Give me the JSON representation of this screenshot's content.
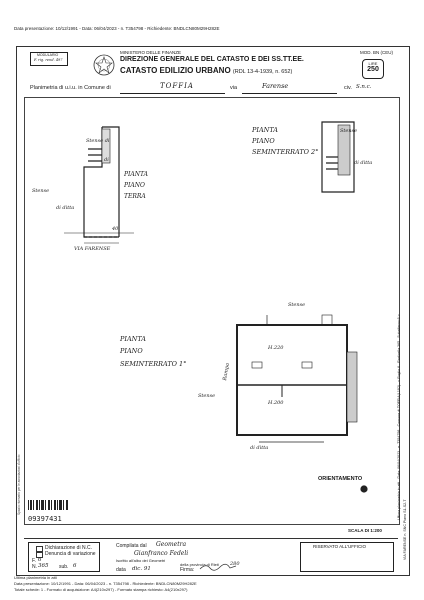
{
  "top_header": "Data presentazione: 10/12/1991 - Data: 06/04/2023 - n. T354798 - Richiedente: BNDLCN80M29H282E",
  "form": {
    "modulo_label": "MODULARIO",
    "modulo_code": "F. rig. rend. 497",
    "ministry": "MINISTERO DELLE FINANZE",
    "directorate": "DIREZIONE GENERALE DEL CATASTO E DEI SS.TT.EE.",
    "title": "CATASTO EDILIZIO URBANO",
    "law": "(RDL 13-4-1939, n. 652)",
    "mod": "MOD. BN (CEU)",
    "lire_label": "LIRE",
    "lire_value": "250",
    "planimetria_label": "Planimetria di u.i.u. in Comune di",
    "comune": "TOFFIA",
    "via_label": "via",
    "via": "Farense",
    "civ_label": "civ.",
    "civ": "S.n.c."
  },
  "plan": {
    "stair_label_1": "Stense di",
    "stair_label_1b": "di",
    "pianta_terra": [
      "PIANTA",
      "PIANO",
      "TERRA"
    ],
    "pianta_seminterrato": [
      "PIANTA",
      "PIANO",
      "SEMINTERRATO 2°"
    ],
    "pianta_semint_1": [
      "PIANTA",
      "PIANO",
      "SEMINTERRATO 1°"
    ],
    "via_farense": "VIA FARENSE",
    "dim_40": "40",
    "h_220": "H.220",
    "h_200": "H.200",
    "stense": "Stense",
    "rampa": "Rampa",
    "di_ditta": "di ditta",
    "stense_right": "Stense",
    "stense_right2": "di ditta"
  },
  "side_text": "Ultima planimetria in atti - Data: 06/04/2023 - n. T354798 - Comune di TOFFIA(L182) - < Foglio 6 - Particella 365 - Subalterno 6 >",
  "side_text2": "VIA FARENSE n. SNC Piano S1-S2-T",
  "left_side": "Spazio riservato per le annotazioni d'ufficio",
  "orientamento": "ORIENTAMENTO",
  "scala": "SCALA DI 1:200",
  "barcode": "09397431",
  "footer": {
    "dichiarazione": "Dichiarazione di N.C.",
    "denuncia": "Denuncia di variazione",
    "compilata_label": "Compilata dal",
    "compilata_value": "Geometra",
    "name": "Gianfranco Fedeli",
    "iscritto": "Iscritto all'albo dei Geometri",
    "provincia": "della provincia di Rieti",
    "num": "280",
    "data_label": "data",
    "data_value": "dic. 91",
    "firma_label": "Firma:",
    "riservato": "RISERVATO ALL'UFFICIO",
    "foglio_label": "F.",
    "foglio": "6",
    "num_label": "N.",
    "particella": "365",
    "sub_label": "sub.",
    "sub": "6"
  },
  "bottom_lines": [
    "Ultima planimetria in atti",
    "Data presentazione: 10/12/1991 - Data: 06/04/2023 - n. T354798 - Richiedente: BNDLCN80M29H282E",
    "Totale schede: 1 - Formato di acquisizione: A4(210x297) - Formato stampa richiesto: A4(210x297)"
  ]
}
